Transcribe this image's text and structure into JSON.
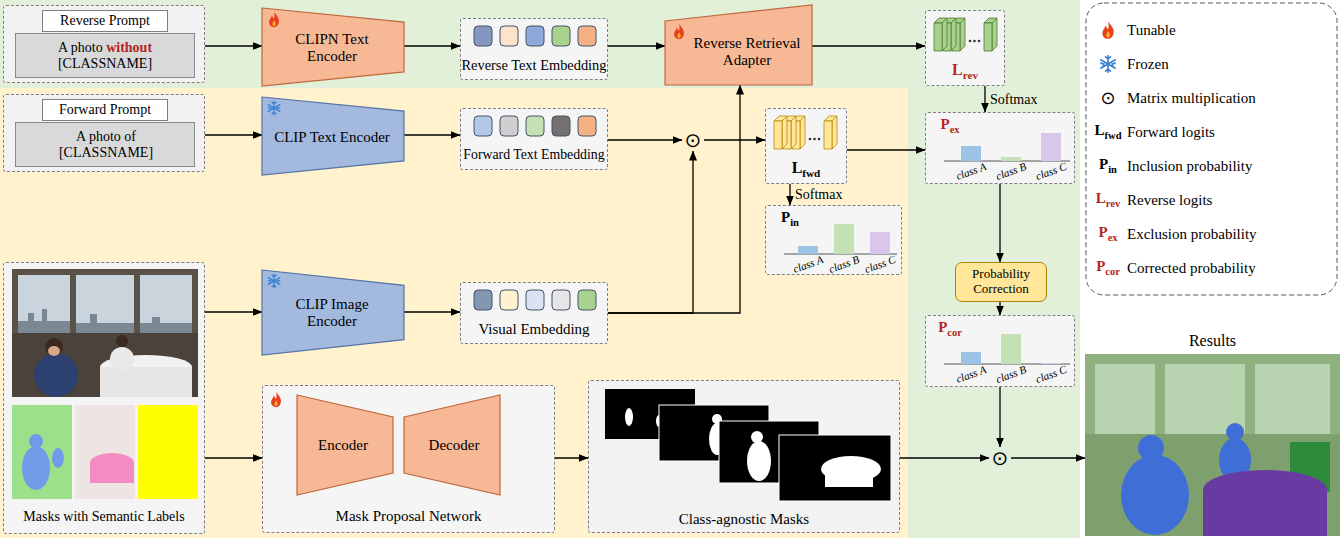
{
  "diagram": {
    "nodes": [
      {
        "text": [
          "Reverse Prompt"
        ]
      },
      {
        "text": [
          "A photo without [CLASSNAME]"
        ],
        "in": 0
      },
      {
        "text": [
          "CLIPN Text Encoder"
        ]
      },
      {
        "text": [
          "Reverse Text Embedding"
        ]
      },
      {
        "text": [
          "Reverse Retrieval Adapter"
        ]
      },
      {
        "text": [
          "Lrev"
        ]
      },
      {
        "text": [
          "Forward Prompt"
        ]
      },
      {
        "text": [
          "A photo of [CLASSNAME]"
        ],
        "in": 6
      },
      {
        "text": [
          "CLIP Text Encoder"
        ]
      },
      {
        "text": [
          "Forward Text Embedding"
        ]
      },
      {
        "text": [
          "⊙"
        ]
      },
      {
        "text": [
          "Lfwd"
        ]
      },
      {
        "text": [
          "Pex",
          "class A",
          "class B",
          "class C"
        ]
      },
      {
        "text": [
          "Pin",
          "class A",
          "class B",
          "class C"
        ]
      },
      {
        "text": [
          "Probability Correction"
        ]
      },
      {
        "text": [
          "Pcor",
          "class A",
          "class B",
          "class C"
        ]
      },
      {
        "text": [
          "Masks with Semantic Labels"
        ]
      },
      {
        "text": [
          "CLIP Image Encoder"
        ]
      },
      {
        "text": [
          "Visual Embedding"
        ]
      },
      {
        "text": [
          "Mask Proposal Network"
        ]
      },
      {
        "text": [
          "Encoder"
        ],
        "in": 19
      },
      {
        "text": [
          "Decoder"
        ],
        "in": 19
      },
      {
        "text": [
          "Class-agnostic Masks"
        ]
      },
      {
        "text": [
          "⊙"
        ]
      },
      {
        "text": [
          "Results"
        ]
      }
    ],
    "edges": [
      {
        "from": 0,
        "to": 2,
        "arrow": "to"
      },
      {
        "from": 2,
        "to": 3,
        "arrow": "to"
      },
      {
        "from": 3,
        "to": 4,
        "arrow": "to"
      },
      {
        "from": 4,
        "to": 5,
        "arrow": "to"
      },
      {
        "from": 6,
        "to": 8,
        "arrow": "to"
      },
      {
        "from": 8,
        "to": 9,
        "arrow": "to"
      },
      {
        "from": 9,
        "to": 10,
        "arrow": "to"
      },
      {
        "from": 10,
        "to": 11,
        "arrow": "to"
      },
      {
        "from": 18,
        "to": 10,
        "arrow": "to"
      },
      {
        "from": 18,
        "to": 4,
        "arrow": "to"
      },
      {
        "from": 5,
        "to": 12,
        "label": "Softmax",
        "arrow": "to"
      },
      {
        "from": 11,
        "to": 12,
        "arrow": "to"
      },
      {
        "from": 11,
        "to": 13,
        "label": "Softmax",
        "arrow": "to"
      },
      {
        "from": 12,
        "to": 14,
        "arrow": "to"
      },
      {
        "from": 14,
        "to": 15,
        "arrow": "to"
      },
      {
        "from": 15,
        "to": 23,
        "arrow": "to"
      },
      {
        "from": 16,
        "to": 17,
        "arrow": "to"
      },
      {
        "from": 17,
        "to": 18,
        "arrow": "to"
      },
      {
        "from": 16,
        "to": 19,
        "arrow": "to"
      },
      {
        "from": 19,
        "to": 22,
        "arrow": "to"
      },
      {
        "from": 22,
        "to": 23,
        "arrow": "to"
      },
      {
        "from": 23,
        "to": 24,
        "arrow": "to"
      }
    ],
    "labels": [
      "⊙",
      "Lfwd",
      "Pin",
      "Lrev",
      "Pex",
      "Pcor"
    ],
    "legend": [
      {
        "text": "Tunable"
      },
      {
        "text": "Frozen"
      },
      {
        "text": "Matrix multiplication"
      },
      {
        "text": "Forward logits"
      },
      {
        "text": "Inclusion probability"
      },
      {
        "text": "Reverse logits"
      },
      {
        "text": "Exclusion probability"
      },
      {
        "text": "Corrected probability"
      }
    ]
  }
}
